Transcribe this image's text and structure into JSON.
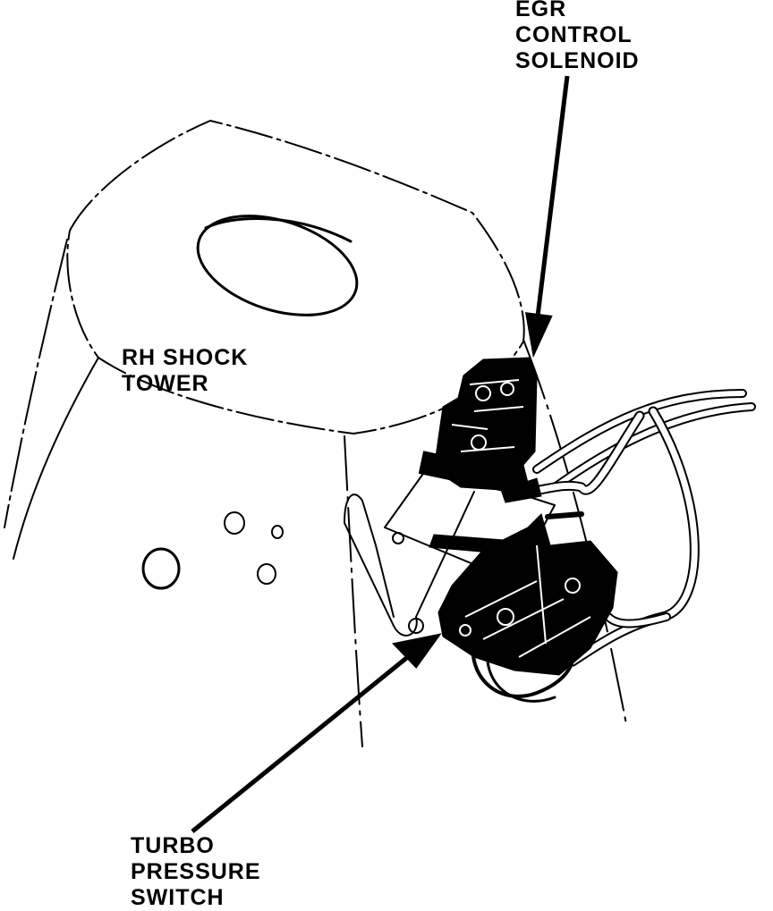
{
  "labels": {
    "egr_control_solenoid": [
      "EGR",
      "CONTROL",
      "SOLENOID"
    ],
    "rh_shock_tower": [
      "RH SHOCK",
      "TOWER"
    ],
    "turbo_pressure_switch": [
      "TURBO",
      "PRESSURE",
      "SWITCH"
    ]
  },
  "colors": {
    "ink": "#000000",
    "paper": "#ffffff"
  }
}
